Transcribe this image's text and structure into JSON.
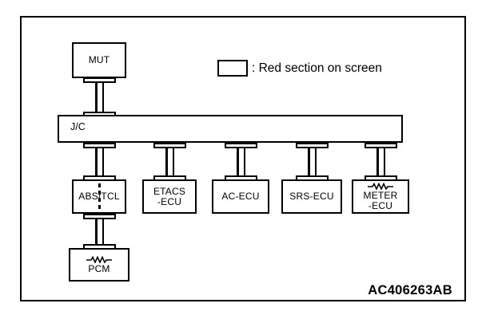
{
  "diagram": {
    "figure_code": "AC406263AB",
    "legend": {
      "icon": "rectangle-swatch",
      "text": ": Red section on screen"
    },
    "nodes": {
      "mut": {
        "label": "MUT",
        "lines": [
          "MUT"
        ]
      },
      "jc": {
        "label": "J/C",
        "lines": [
          "J/C"
        ]
      },
      "abs": {
        "label": "ABS/TCL",
        "lines": [
          "ABS/TCL"
        ],
        "divider": "dashed-vertical"
      },
      "etacs": {
        "label": "ETACS-ECU",
        "lines": [
          "ETACS",
          "-ECU"
        ]
      },
      "ac": {
        "label": "AC-ECU",
        "lines": [
          "AC-ECU"
        ]
      },
      "srs": {
        "label": "SRS-ECU",
        "lines": [
          "SRS-ECU"
        ]
      },
      "meter": {
        "label": "METER-ECU",
        "lines": [
          "METER",
          "-ECU"
        ],
        "symbol": "resistor-icon"
      },
      "pcm": {
        "label": "PCM",
        "lines": [
          "PCM"
        ],
        "symbol": "resistor-icon"
      }
    },
    "connectors": [
      {
        "name": "mut-to-jc",
        "type": "i-beam"
      },
      {
        "name": "jc-to-abs",
        "type": "i-beam"
      },
      {
        "name": "jc-to-etacs",
        "type": "i-beam"
      },
      {
        "name": "jc-to-ac",
        "type": "i-beam"
      },
      {
        "name": "jc-to-srs",
        "type": "i-beam"
      },
      {
        "name": "jc-to-meter",
        "type": "i-beam"
      },
      {
        "name": "abs-to-pcm",
        "type": "i-beam"
      }
    ],
    "colors": {
      "line": "#000000",
      "background": "#ffffff"
    }
  }
}
